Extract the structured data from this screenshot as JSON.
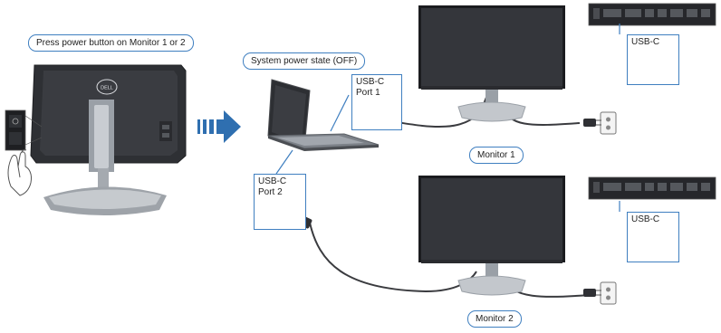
{
  "labels": {
    "press_power": "Press power button on Monitor 1 or 2",
    "system_state": "System power state (OFF)",
    "usbc_port1_line1": "USB-C",
    "usbc_port1_line2": "Port 1",
    "usbc_port2_line1": "USB-C",
    "usbc_port2_line2": "Port 2",
    "monitor1_usbc": "USB-C",
    "monitor2_usbc": "USB-C",
    "monitor1": "Monitor 1",
    "monitor2": "Monitor 2",
    "dell_logo": "DELL"
  },
  "colors": {
    "accent": "#3f7fc0",
    "arrow": "#2f6fb0",
    "screen": "#2b2d31",
    "bezel": "#1b1c1f",
    "stand": "#b7bcc2",
    "cable": "#3a3b3f"
  }
}
